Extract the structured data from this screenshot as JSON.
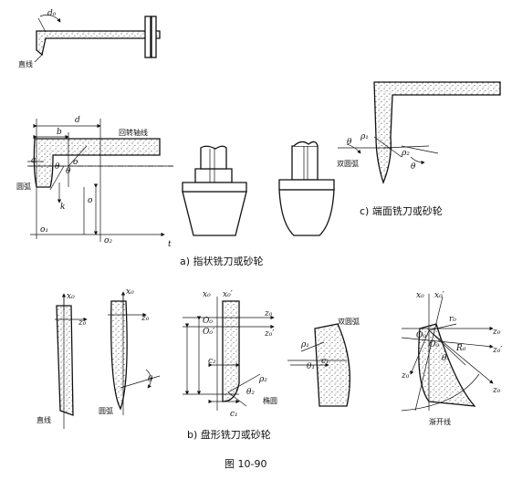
{
  "figure": {
    "caption": "图 10-90",
    "subcaption_a": "a) 指状铣刀或砂轮",
    "subcaption_b": "b) 盘形铣刀或砂轮",
    "subcaption_c": "c) 端面铣刀或砂轮"
  },
  "labels": {
    "straight_line": "直线",
    "arc": "圆弧",
    "rotation_axis": "回转轴线",
    "double_arc": "双圆弧",
    "ellipse": "椭圆",
    "involute": "渐开线"
  },
  "symbols": {
    "d": "d",
    "d0": "d₀",
    "b": "b",
    "a": "a",
    "theta": "θ",
    "k": "k",
    "o": "o",
    "o1": "o₁",
    "o2": "o₂",
    "t": "t",
    "x0": "x₀",
    "z0": "z₀",
    "x0p": "x₀′",
    "z0p": "z₀′",
    "c1": "c₁",
    "c2": "c₂",
    "p1": "ρ₁",
    "p2": "ρ₂",
    "theta1": "θ₁",
    "theta2": "θ₂",
    "R0": "R₀",
    "r0": "r₀",
    "O0": "O₀",
    "O0p": "O₀′"
  }
}
